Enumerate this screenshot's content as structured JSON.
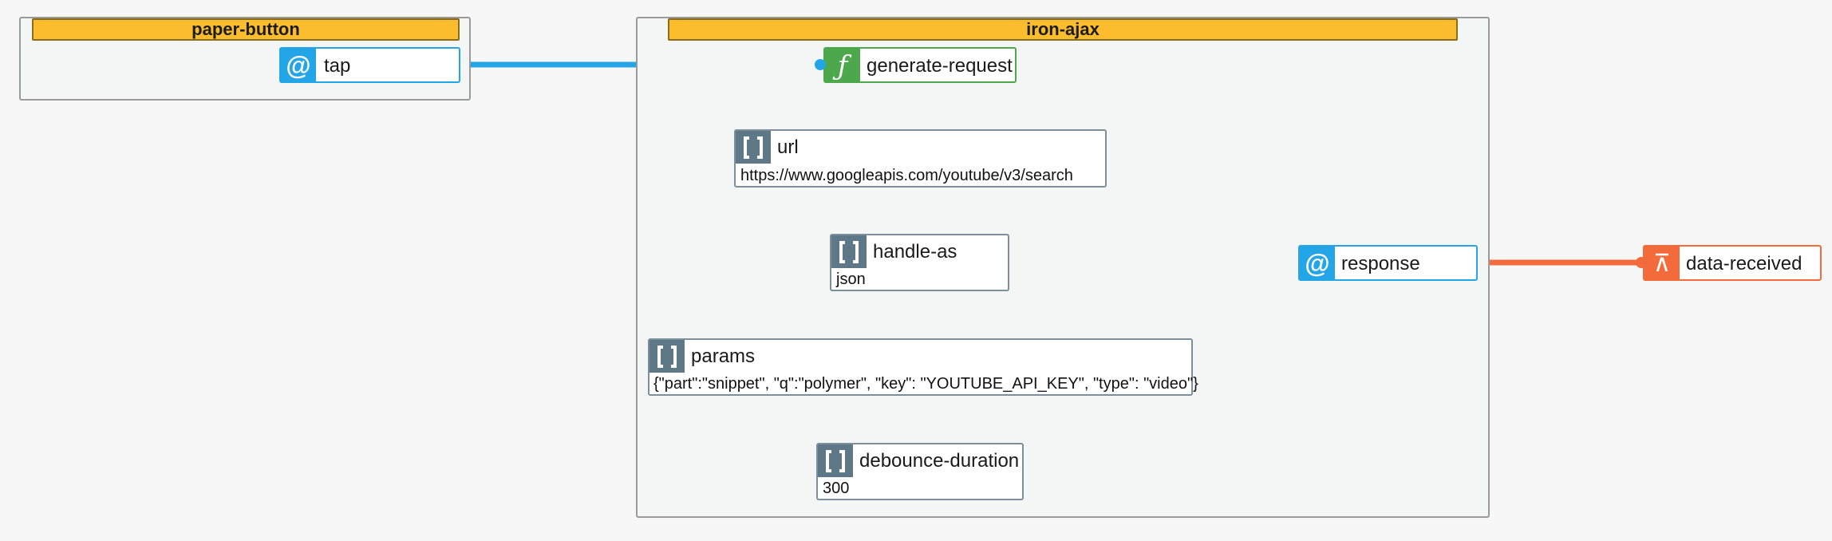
{
  "colors": {
    "event": "#23a5e8",
    "method": "#4da74d",
    "property": "#5f7887",
    "output": "#f36b3b",
    "group_title_bg": "#fbbd2e"
  },
  "groups": {
    "paper_button": {
      "title": "paper-button"
    },
    "iron_ajax": {
      "title": "iron-ajax"
    }
  },
  "nodes": {
    "tap": {
      "label": "tap",
      "icon": "at-sign-icon",
      "badge": "@"
    },
    "generate_request": {
      "label": "generate-request",
      "icon": "function-icon",
      "badge": "ƒ"
    },
    "url": {
      "label": "url",
      "value": "https://www.googleapis.com/youtube/v3/search",
      "icon": "array-brackets-icon"
    },
    "handle_as": {
      "label": "handle-as",
      "value": "json",
      "icon": "array-brackets-icon"
    },
    "params": {
      "label": "params",
      "value": "{\"part\":\"snippet\", \"q\":\"polymer\", \"key\": \"YOUTUBE_API_KEY\", \"type\": \"video\"}",
      "icon": "array-brackets-icon"
    },
    "debounce_duration": {
      "label": "debounce-duration",
      "value": "300",
      "icon": "array-brackets-icon"
    },
    "response": {
      "label": "response",
      "icon": "at-sign-icon",
      "badge": "@"
    },
    "data_received": {
      "label": "data-received",
      "icon": "output-arrow-icon",
      "badge": "⊼"
    }
  },
  "connections": [
    {
      "from": "tap",
      "to": "generate-request",
      "color": "#23a5e8"
    },
    {
      "from": "response",
      "to": "data-received",
      "color": "#f36b3b"
    }
  ]
}
